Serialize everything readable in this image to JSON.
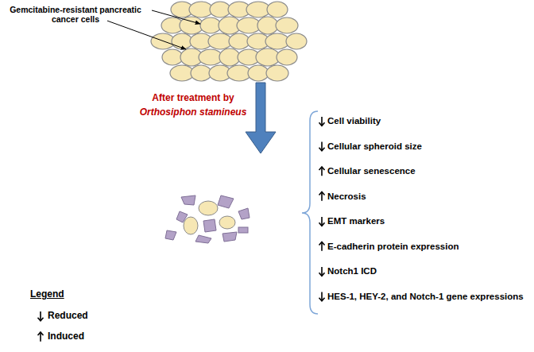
{
  "diagram": {
    "labels": [
      "Gemcitabine-resistant pancreatic cancer cells",
      "After treatment by",
      "Orthosiphon stamineus",
      "Cell viability",
      "Cellular spheroid size",
      "Cellular senescence",
      "Necrosis",
      "EMT markers",
      "E-cadherin protein expression",
      "Notch1 ICD",
      "HES-1, HEY-2, and Notch-1 gene expressions",
      "Legend"
    ],
    "legend": [
      {
        "text": "Reduced"
      },
      {
        "text": "Induced"
      }
    ]
  }
}
